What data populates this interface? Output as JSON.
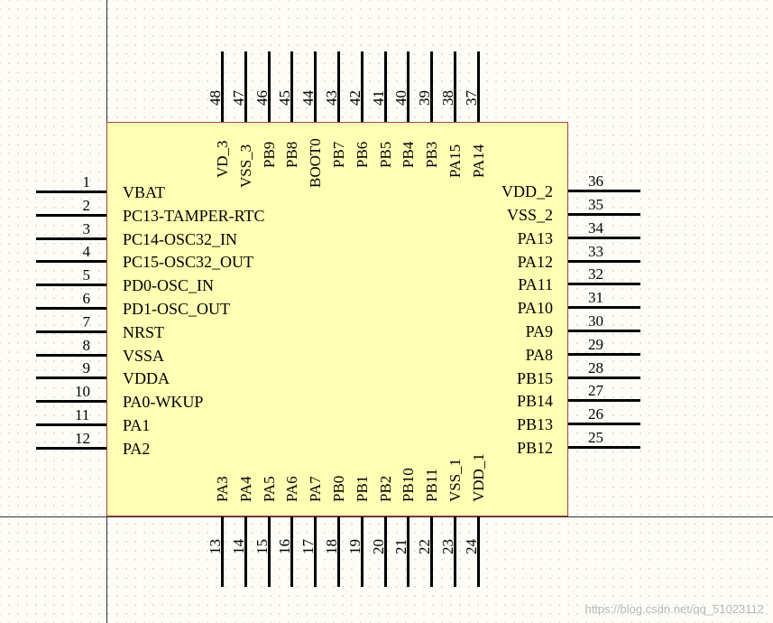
{
  "left_pins": [
    {
      "num": "1",
      "name": "VBAT"
    },
    {
      "num": "2",
      "name": "PC13-TAMPER-RTC"
    },
    {
      "num": "3",
      "name": "PC14-OSC32_IN"
    },
    {
      "num": "4",
      "name": "PC15-OSC32_OUT"
    },
    {
      "num": "5",
      "name": "PD0-OSC_IN"
    },
    {
      "num": "6",
      "name": "PD1-OSC_OUT"
    },
    {
      "num": "7",
      "name": "NRST"
    },
    {
      "num": "8",
      "name": "VSSA"
    },
    {
      "num": "9",
      "name": "VDDA"
    },
    {
      "num": "10",
      "name": "PA0-WKUP"
    },
    {
      "num": "11",
      "name": "PA1"
    },
    {
      "num": "12",
      "name": "PA2"
    }
  ],
  "bottom_pins": [
    {
      "num": "13",
      "name": "PA3"
    },
    {
      "num": "14",
      "name": "PA4"
    },
    {
      "num": "15",
      "name": "PA5"
    },
    {
      "num": "16",
      "name": "PA6"
    },
    {
      "num": "17",
      "name": "PA7"
    },
    {
      "num": "18",
      "name": "PB0"
    },
    {
      "num": "19",
      "name": "PB1"
    },
    {
      "num": "20",
      "name": "PB2"
    },
    {
      "num": "21",
      "name": "PB10"
    },
    {
      "num": "22",
      "name": "PB11"
    },
    {
      "num": "23",
      "name": "VSS_1"
    },
    {
      "num": "24",
      "name": "VDD_1"
    }
  ],
  "right_pins": [
    {
      "num": "25",
      "name": "PB12"
    },
    {
      "num": "26",
      "name": "PB13"
    },
    {
      "num": "27",
      "name": "PB14"
    },
    {
      "num": "28",
      "name": "PB15"
    },
    {
      "num": "29",
      "name": "PA8"
    },
    {
      "num": "30",
      "name": "PA9"
    },
    {
      "num": "31",
      "name": "PA10"
    },
    {
      "num": "32",
      "name": "PA11"
    },
    {
      "num": "33",
      "name": "PA12"
    },
    {
      "num": "34",
      "name": "PA13"
    },
    {
      "num": "35",
      "name": "VSS_2"
    },
    {
      "num": "36",
      "name": "VDD_2"
    }
  ],
  "top_pins": [
    {
      "num": "37",
      "name": "PA14"
    },
    {
      "num": "38",
      "name": "PA15"
    },
    {
      "num": "39",
      "name": "PB3"
    },
    {
      "num": "40",
      "name": "PB4"
    },
    {
      "num": "41",
      "name": "PB5"
    },
    {
      "num": "42",
      "name": "PB6"
    },
    {
      "num": "43",
      "name": "PB7"
    },
    {
      "num": "44",
      "name": "BOOT0"
    },
    {
      "num": "45",
      "name": "PB8"
    },
    {
      "num": "46",
      "name": "PB9"
    },
    {
      "num": "47",
      "name": "VSS_3"
    },
    {
      "num": "48",
      "name": "VD_3"
    }
  ],
  "watermark": "https://blog.csdn.net/qq_51023112"
}
